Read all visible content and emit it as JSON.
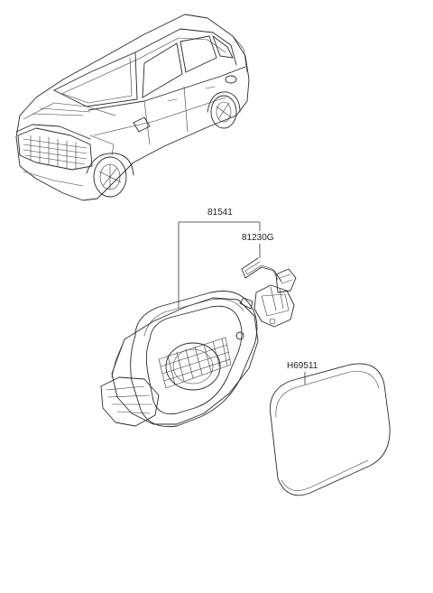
{
  "labels": {
    "housing_assy": "81541",
    "actuator": "81230G",
    "door": "H69511"
  },
  "colors": {
    "part_fill_light": "#d4d4d4",
    "part_fill_mid": "#b4b4b4",
    "part_fill_dark": "#7a7a7a",
    "door_fill": "#b9b9b9",
    "line": "#2a2a2a"
  }
}
